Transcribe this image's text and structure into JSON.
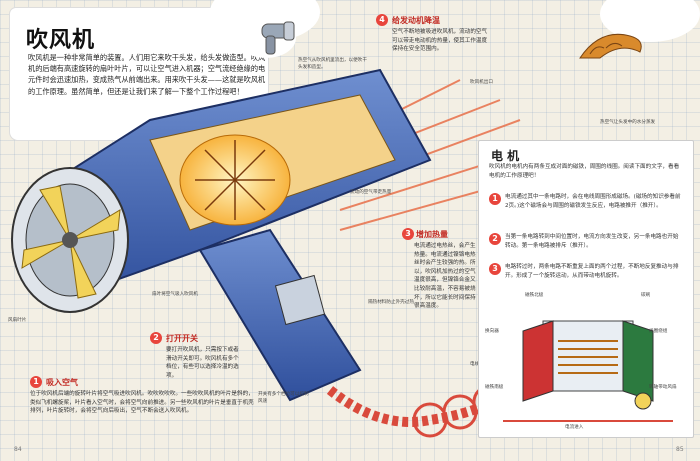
{
  "page": {
    "left_num": "84",
    "right_num": "85"
  },
  "title": "吹风机",
  "intro": "吹风机是一种非常简单的装置。人们用它来吹干头发，给头发做造型。吹风机的后端有高速旋转的扇叶叶片，可以让空气进入机器；空气流经绝缘的电元件时会迅速加热，变成热气从前端出来。用来吹干头发——这就是吹风机的工作原理。虽然简单，但还是让我们来了解一下整个工作过程吧！",
  "captions": {
    "heat_note": "热空气从吹风机里流出，以便吹干头发和造型。",
    "hair_note": "热空气让头发中的水分蒸发",
    "nozzle_note": "吹风机出口",
    "hot_air": "流动的空气带走热量",
    "insulation": "隔热材料防止外壳过热",
    "switch_note": "开关有多个档位可以控制风速",
    "fan_blades": "风扇叶片",
    "fan_note": "扇叶将空气吸入吹风机",
    "cord_note": "电线为吹风机提供电能"
  },
  "callouts": [
    {
      "num": "1",
      "title": "吸入空气",
      "text": "位于吹风机后端的旋转叶片将空气吸进吹风机。吹吹吹吹吹。一些吹吹风机的叶片是斜的，类似飞机螺旋桨，叶片看入空气时，会将空气向前推进。另一些吹风机的叶片是垂直于机壳排列，叶片旋转时，会将空气向后吸出，空气不断会送入吹风机。"
    },
    {
      "num": "2",
      "title": "打开开关",
      "text": "要打开吹风机，只需按下或者滑动开关即可。吹风机有多个档位，有些可以选择冷温的选项。"
    },
    {
      "num": "3",
      "title": "增加热量",
      "text": "电流通过电热丝，会产生热量。电流通过镍铬电热丝时会产生较强的热。所以，吹风机加热过的空气温度很高，但镍铬合金又比较耐高温，不容易被烧坏，所以它能长时间保持很高温度。"
    },
    {
      "num": "4",
      "title": "给发动机降温",
      "text": "空气不断地被吸进吹风机，流动的空气可以带走电动机的热量，使其工作温度保持在安全范围内。"
    }
  ],
  "motor": {
    "title": "电 机",
    "intro": "吹风机的电机内有两条互成对面的磁铁，周围的线圈。阅读下面的文字，看看电机的工作原理吧！",
    "steps": [
      {
        "num": "1",
        "text": "电流通过其中一条电路时，会在电线周围形成磁场。(磁场的知识参看前2页。)这个磁场会与周围的磁铁发生反应，电路被推开（推开）。"
      },
      {
        "num": "2",
        "text": "当第一条电路转到中间位置时，电流方向发生改变，另一条电路也开始转动。第一条电路被排斥（推开）。"
      },
      {
        "num": "3",
        "text": "电路转过时，两条电路不断重复上面的两个过程，不断地反复推动与排开。形成了一个旋转运动，从而带动电机旋转。"
      }
    ],
    "labels": {
      "magnet_top": "磁铁北极",
      "brush": "碳刷",
      "commutator": "换向器",
      "rotor": "线圈绕组",
      "magnet_bottom": "磁铁南极",
      "current": "电流进入",
      "axle": "转轴带动风扇"
    }
  },
  "colors": {
    "accent": "#c22b24",
    "badge": "#e8453c",
    "case": "#3f63b0",
    "glow": "#f6a623"
  }
}
